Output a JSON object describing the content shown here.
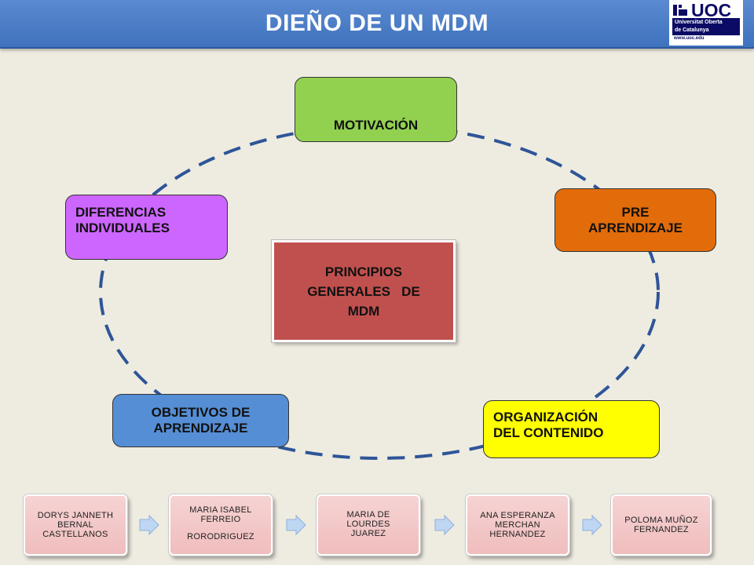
{
  "title": "DIEÑO DE UN MDM",
  "logo": {
    "brand": "UOC",
    "subtitle_lines": [
      "Universitat Oberta",
      "de Catalunya"
    ],
    "web": "www.uoc.edu"
  },
  "diagram": {
    "center": {
      "lines": [
        "PRINCIPIOS",
        "GENERALES   DE",
        "MDM"
      ],
      "color": "#c0504d"
    },
    "nodes": {
      "motivacion": {
        "lines": [
          "MOTIVACIÓN"
        ],
        "color": "#92d050"
      },
      "pre_aprendizaje": {
        "lines": [
          "PRE",
          "APRENDIZAJE"
        ],
        "color": "#e36c0a"
      },
      "diferencias": {
        "lines": [
          "DIFERENCIAS",
          "INDIVIDUALES"
        ],
        "color": "#cc66ff"
      },
      "objetivos": {
        "lines": [
          "OBJETIVOS DE",
          "APRENDIZAJE"
        ],
        "color": "#558ed5"
      },
      "organizacion": {
        "lines": [
          "ORGANIZACIÓN",
          "DEL CONTENIDO"
        ],
        "color": "#ffff00"
      }
    },
    "ring_color": "#2e5597"
  },
  "authors": [
    {
      "lines": [
        "DORYS JANNETH",
        "BERNAL",
        "CASTELLANOS"
      ]
    },
    {
      "lines": [
        "MARIA ISABEL",
        "FERREIO",
        "RORODRIGUEZ"
      ]
    },
    {
      "lines": [
        "MARIA DE",
        "LOURDES",
        "JUAREZ"
      ]
    },
    {
      "lines": [
        "ANA ESPERANZA",
        "MERCHAN",
        "HERNANDEZ"
      ]
    },
    {
      "lines": [
        "POLOMA MUÑOZ",
        "FERNANDEZ"
      ]
    }
  ]
}
